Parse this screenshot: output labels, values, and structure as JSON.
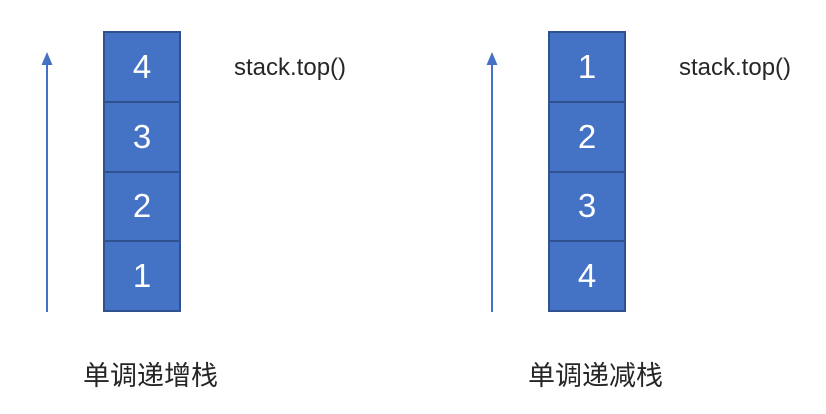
{
  "colors": {
    "box_fill": "#4472C4",
    "box_border": "#2F528F",
    "arrow": "#4472C4",
    "label_text": "#262626",
    "cell_text": "#FFFFFF",
    "background": "#FFFFFF"
  },
  "groups": [
    {
      "name": "monotonic-increasing-stack",
      "top_label": "stack.top()",
      "caption": "单调递增栈",
      "cells": [
        "4",
        "3",
        "2",
        "1"
      ]
    },
    {
      "name": "monotonic-decreasing-stack",
      "top_label": "stack.top()",
      "caption": "单调递减栈",
      "cells": [
        "1",
        "2",
        "3",
        "4"
      ]
    }
  ]
}
